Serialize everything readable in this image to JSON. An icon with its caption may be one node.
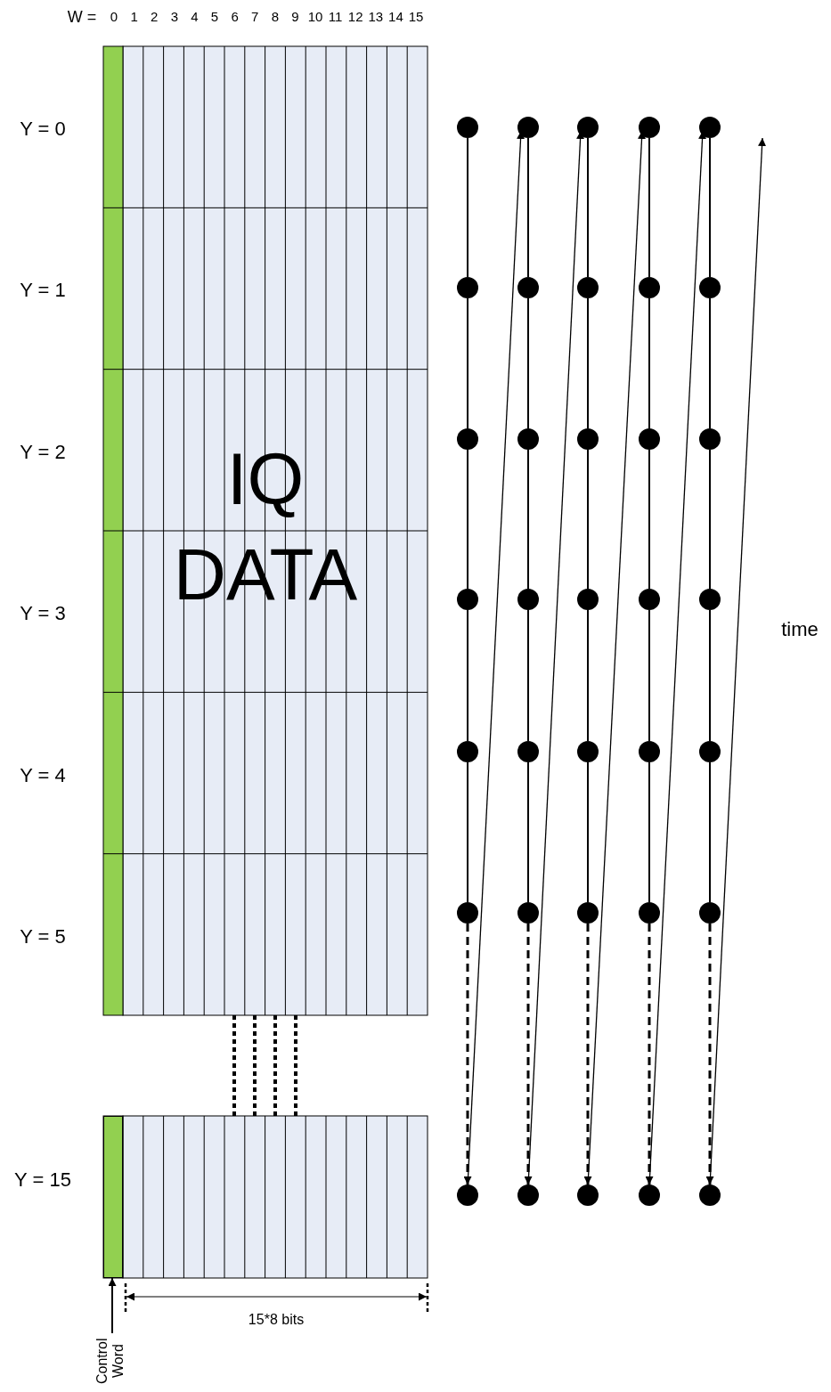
{
  "diagram": {
    "nodes": [
      {
        "text": [],
        "shape": "circle"
      },
      {
        "text": [],
        "shape": "circle"
      },
      {
        "text": [],
        "shape": "circle"
      },
      {
        "text": [],
        "shape": "circle"
      },
      {
        "text": [],
        "shape": "circle"
      },
      {
        "text": [],
        "shape": "circle"
      },
      {
        "text": [],
        "shape": "circle"
      },
      {
        "text": [],
        "shape": "circle"
      },
      {
        "text": [],
        "shape": "circle"
      },
      {
        "text": [],
        "shape": "circle"
      },
      {
        "text": [],
        "shape": "circle"
      },
      {
        "text": [],
        "shape": "circle"
      },
      {
        "text": [],
        "shape": "circle"
      },
      {
        "text": [],
        "shape": "circle"
      },
      {
        "text": [],
        "shape": "circle"
      },
      {
        "text": [],
        "shape": "circle"
      },
      {
        "text": [],
        "shape": "circle"
      },
      {
        "text": [],
        "shape": "circle"
      },
      {
        "text": [],
        "shape": "circle"
      },
      {
        "text": [],
        "shape": "circle"
      },
      {
        "text": [],
        "shape": "circle"
      },
      {
        "text": [],
        "shape": "circle"
      },
      {
        "text": [],
        "shape": "circle"
      },
      {
        "text": [],
        "shape": "circle"
      },
      {
        "text": [],
        "shape": "circle"
      },
      {
        "text": [],
        "shape": "circle"
      },
      {
        "text": [],
        "shape": "circle"
      },
      {
        "text": [],
        "shape": "circle"
      },
      {
        "text": [],
        "shape": "circle"
      },
      {
        "text": [],
        "shape": "circle"
      },
      {
        "text": [],
        "shape": "circle"
      },
      {
        "text": [],
        "shape": "circle"
      },
      {
        "text": [],
        "shape": "circle"
      },
      {
        "text": [],
        "shape": "circle"
      },
      {
        "text": [],
        "shape": "circle"
      },
      {
        "text": [],
        "shape": "bar"
      },
      {
        "text": [
          "Control Word"
        ]
      }
    ],
    "edges": [
      {
        "from": 0,
        "to": 5,
        "arrow": "none"
      },
      {
        "from": 5,
        "to": 10,
        "arrow": "none"
      },
      {
        "from": 10,
        "to": 15,
        "arrow": "none"
      },
      {
        "from": 15,
        "to": 20,
        "arrow": "none"
      },
      {
        "from": 20,
        "to": 25,
        "arrow": "none"
      },
      {
        "from": 25,
        "to": 30,
        "arrow": "to",
        "style": "dashed"
      },
      {
        "from": 1,
        "to": 6,
        "arrow": "none"
      },
      {
        "from": 6,
        "to": 11,
        "arrow": "none"
      },
      {
        "from": 11,
        "to": 16,
        "arrow": "none"
      },
      {
        "from": 16,
        "to": 21,
        "arrow": "none"
      },
      {
        "from": 21,
        "to": 26,
        "arrow": "none"
      },
      {
        "from": 26,
        "to": 31,
        "arrow": "to",
        "style": "dashed"
      },
      {
        "from": 2,
        "to": 7,
        "arrow": "none"
      },
      {
        "from": 7,
        "to": 12,
        "arrow": "none"
      },
      {
        "from": 12,
        "to": 17,
        "arrow": "none"
      },
      {
        "from": 17,
        "to": 22,
        "arrow": "none"
      },
      {
        "from": 22,
        "to": 27,
        "arrow": "none"
      },
      {
        "from": 27,
        "to": 32,
        "arrow": "to",
        "style": "dashed"
      },
      {
        "from": 3,
        "to": 8,
        "arrow": "none"
      },
      {
        "from": 8,
        "to": 13,
        "arrow": "none"
      },
      {
        "from": 13,
        "to": 18,
        "arrow": "none"
      },
      {
        "from": 18,
        "to": 23,
        "arrow": "none"
      },
      {
        "from": 23,
        "to": 28,
        "arrow": "none"
      },
      {
        "from": 28,
        "to": 33,
        "arrow": "to",
        "style": "dashed"
      },
      {
        "from": 4,
        "to": 9,
        "arrow": "none"
      },
      {
        "from": 9,
        "to": 14,
        "arrow": "none"
      },
      {
        "from": 14,
        "to": 19,
        "arrow": "none"
      },
      {
        "from": 19,
        "to": 24,
        "arrow": "none"
      },
      {
        "from": 24,
        "to": 29,
        "arrow": "none"
      },
      {
        "from": 29,
        "to": 34,
        "arrow": "to",
        "style": "dashed"
      },
      {
        "from": 30,
        "to": 1,
        "arrow": "to"
      },
      {
        "from": 31,
        "to": 2,
        "arrow": "to"
      },
      {
        "from": 32,
        "to": 3,
        "arrow": "to"
      },
      {
        "from": 33,
        "to": 4,
        "arrow": "to"
      },
      {
        "from": 34,
        "to": null,
        "arrow": "to"
      },
      {
        "from": 36,
        "to": 35,
        "arrow": "to"
      }
    ],
    "labels": [
      "W =",
      "0",
      "1",
      "2",
      "3",
      "4",
      "5",
      "6",
      "7",
      "8",
      "9",
      "10",
      "11",
      "12",
      "13",
      "14",
      "15",
      "Y = 0",
      "Y = 1",
      "Y = 2",
      "Y = 3",
      "Y = 4",
      "Y = 5",
      "IQ DATA",
      "time",
      "Y = 15",
      "15*8 bits"
    ]
  }
}
